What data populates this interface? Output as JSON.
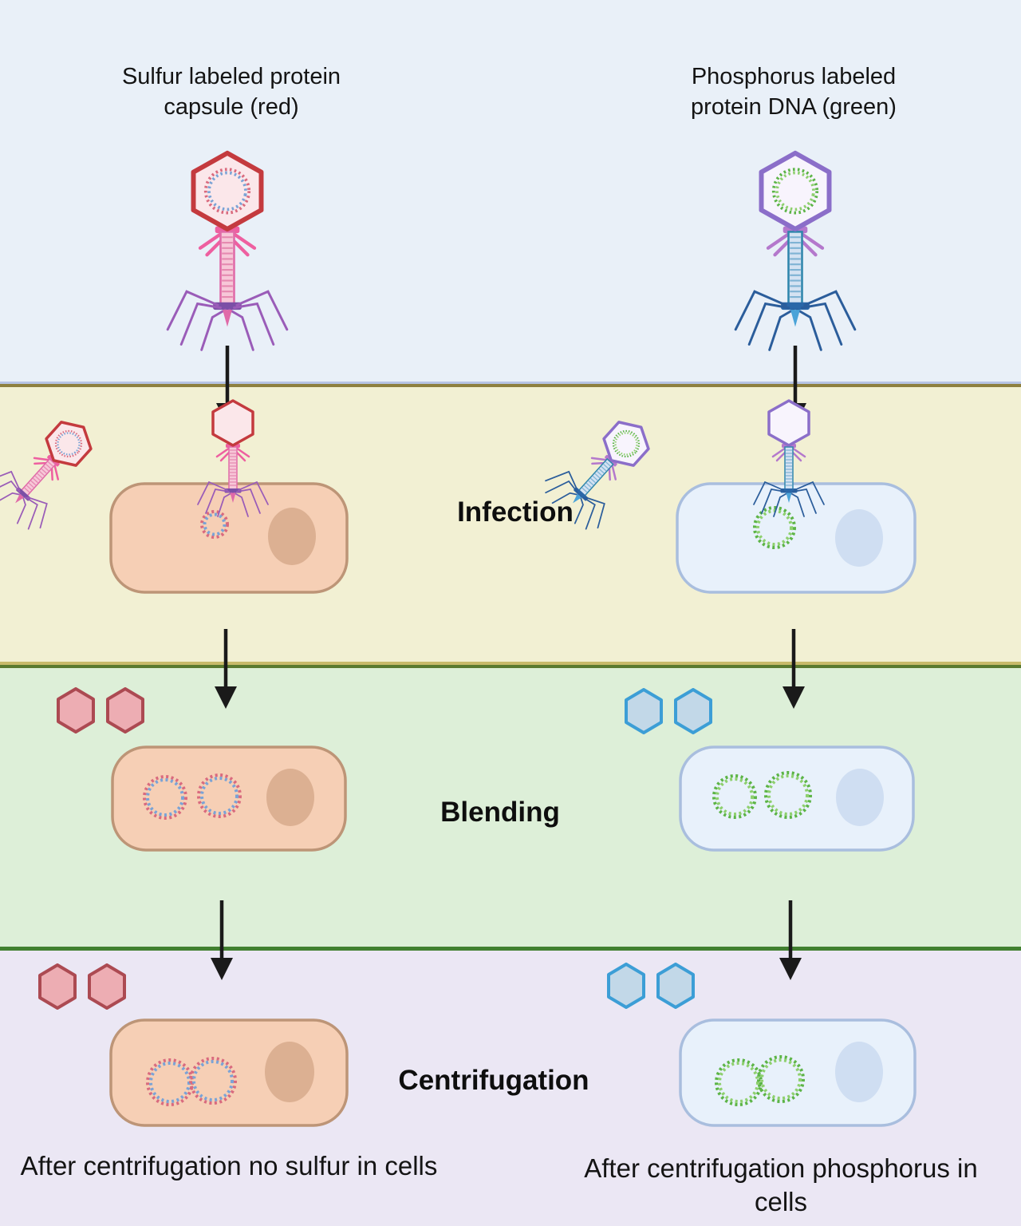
{
  "left_panel": {
    "title": "Sulfur labeled protein\ncapsule (red)",
    "caption": "After centrifugation no sulfur in cells"
  },
  "right_panel": {
    "title": "Phosphorus labeled\nprotein DNA (green)",
    "caption": "After centrifugation phosphorus in\ncells"
  },
  "stages": [
    {
      "label": "Infection"
    },
    {
      "label": "Blending"
    },
    {
      "label": "Centrifugation"
    }
  ],
  "colors": {
    "band_top": "#e9f0f8",
    "band_infection": "#f2f0d3",
    "band_blending": "#ddefd8",
    "band_centrifugation": "#ebe7f4",
    "sulfur_capsid_stroke": "#c43a3e",
    "sulfur_capsid_fill": "#fbe7ea",
    "sulfur_tail": "#e06aa8",
    "sulfur_dna_strands": [
      "#d96a7e",
      "#7aa3d6"
    ],
    "phosphorus_capsid_stroke": "#8b6ec9",
    "phosphorus_capsid_fill": "#f8f4fd",
    "phosphorus_tail": "#2f86ac",
    "phosphorus_dna_strands": [
      "#5cb446",
      "#8ed06e"
    ],
    "left_cell_fill": "#f6cfb5",
    "left_cell_stroke": "#bd9577",
    "right_cell_fill": "#e8f1fb",
    "right_cell_stroke": "#a9bede",
    "arrow": "#1a1a1a"
  }
}
